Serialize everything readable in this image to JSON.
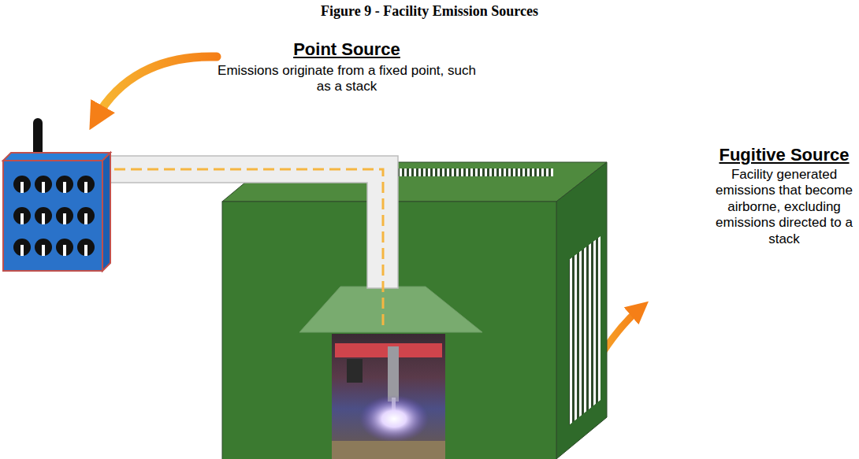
{
  "diagram": {
    "title": "Figure 9 - Facility Emission Sources",
    "labels": [
      "Point Source",
      "Emissions originate from a fixed point, such as a stack",
      "Fugitive Source",
      "Facility generated emissions that become airborne, excluding emissions directed to a stack"
    ]
  }
}
